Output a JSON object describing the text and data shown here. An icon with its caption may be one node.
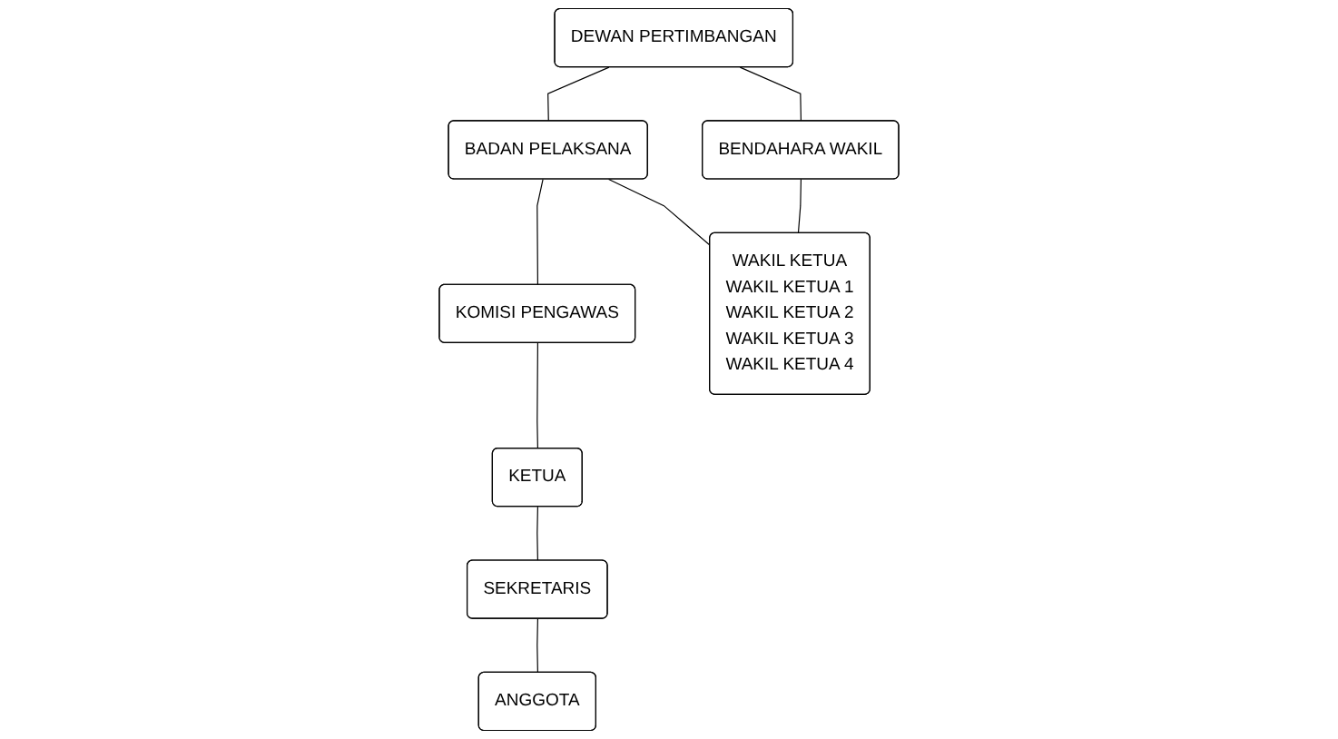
{
  "diagram": {
    "nodes": [
      {
        "text": [
          "DEWAN PERTIMBANGAN"
        ]
      },
      {
        "text": [
          "BADAN PELAKSANA"
        ]
      },
      {
        "text": [
          "KOMISI PENGAWAS"
        ]
      },
      {
        "text": [
          "WAKIL KETUA",
          "WAKIL KETUA 1",
          "WAKIL KETUA 2",
          "WAKIL KETUA 3",
          "WAKIL KETUA 4"
        ]
      },
      {
        "text": [
          "BENDAHARA WAKIL"
        ]
      },
      {
        "text": [
          "KETUA"
        ]
      },
      {
        "text": [
          "SEKRETARIS"
        ]
      },
      {
        "text": [
          "ANGGOTA"
        ]
      }
    ],
    "edges": [
      {
        "from": 0,
        "to": 1,
        "arrow": "none"
      },
      {
        "from": 1,
        "to": 2,
        "arrow": "none"
      },
      {
        "from": 1,
        "to": 3,
        "arrow": "none"
      },
      {
        "from": 0,
        "to": 4,
        "arrow": "none"
      },
      {
        "from": 4,
        "to": 3,
        "arrow": "none"
      },
      {
        "from": 2,
        "to": 5,
        "arrow": "none"
      },
      {
        "from": 5,
        "to": 6,
        "arrow": "none"
      },
      {
        "from": 6,
        "to": 7,
        "arrow": "none"
      }
    ]
  }
}
